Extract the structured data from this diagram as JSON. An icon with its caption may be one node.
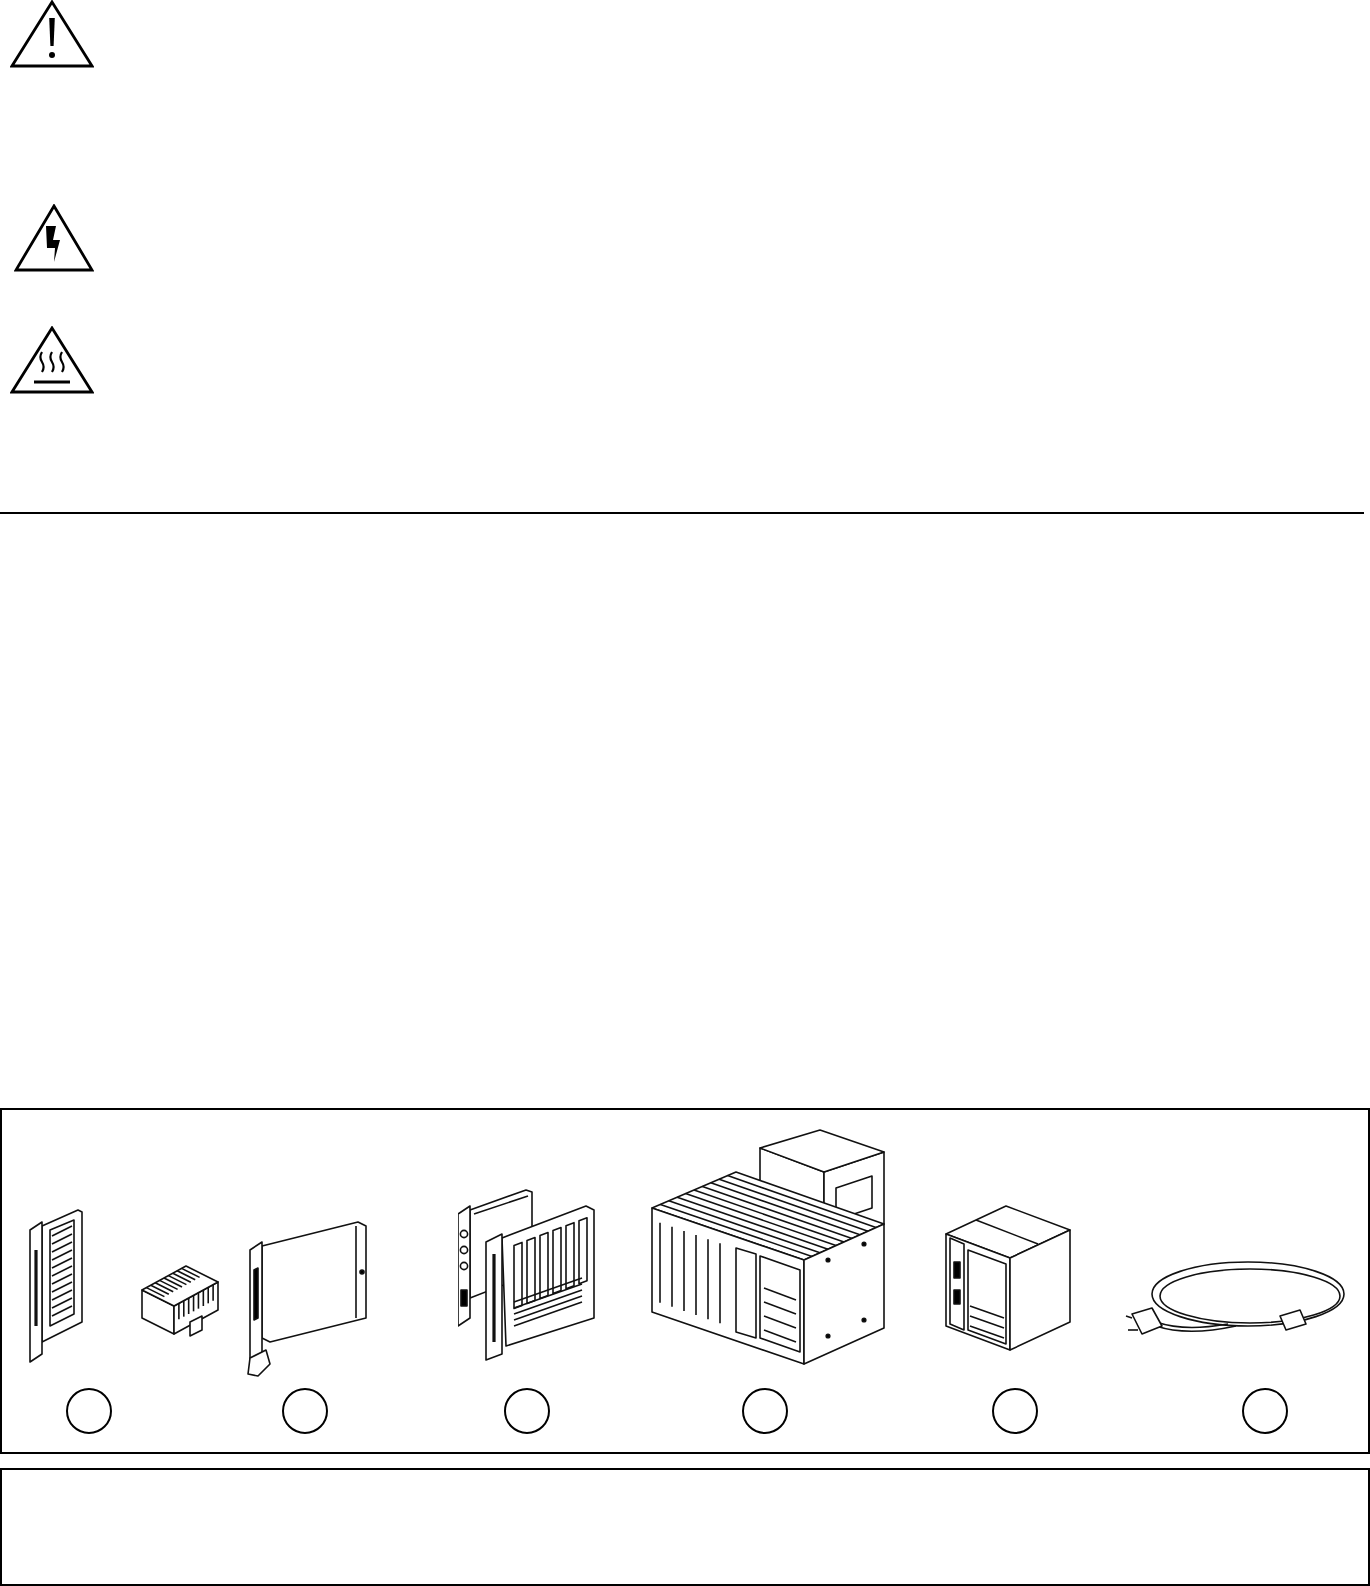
{
  "diagram": {
    "nodes": [
      {
        "text": [],
        "shape": "box"
      },
      {
        "text": [],
        "shape": "picture",
        "in": 0
      },
      {
        "text": [],
        "shape": "picture",
        "in": 0
      },
      {
        "text": [],
        "shape": "picture",
        "in": 0
      },
      {
        "text": [],
        "shape": "picture",
        "in": 0
      },
      {
        "text": [],
        "shape": "picture",
        "in": 0
      },
      {
        "text": [],
        "shape": "picture",
        "in": 0
      },
      {
        "text": [],
        "shape": "circle",
        "in": 0
      },
      {
        "text": [],
        "shape": "circle",
        "in": 0
      },
      {
        "text": [],
        "shape": "circle",
        "in": 0
      },
      {
        "text": [],
        "shape": "circle",
        "in": 0
      },
      {
        "text": [],
        "shape": "circle",
        "in": 0
      },
      {
        "text": [],
        "shape": "circle",
        "in": 0
      },
      {
        "text": [],
        "shape": "box"
      }
    ]
  }
}
